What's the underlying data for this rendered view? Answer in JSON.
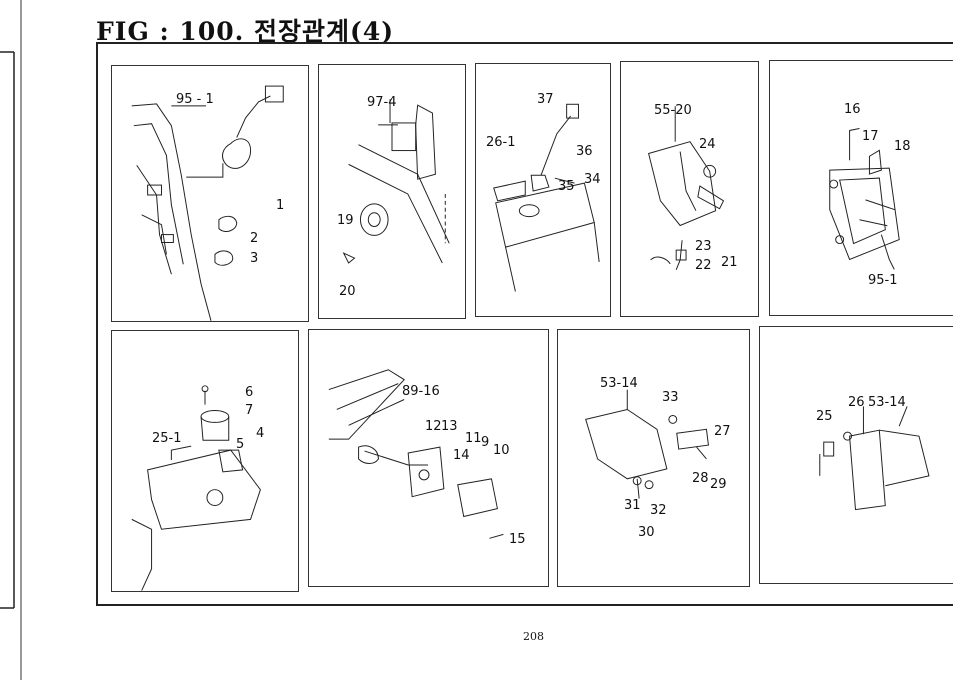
{
  "document": {
    "title": "FIG : 100. 전장관계(4)",
    "page_number": "208"
  },
  "panels": [
    {
      "id": "p1",
      "labels": [
        "95 - 1",
        "1",
        "2",
        "3"
      ]
    },
    {
      "id": "p2",
      "labels": [
        "97-4",
        "19",
        "20"
      ]
    },
    {
      "id": "p3",
      "labels": [
        "37",
        "26-1",
        "36",
        "34",
        "35"
      ]
    },
    {
      "id": "p4",
      "labels": [
        "55-20",
        "24",
        "23",
        "22",
        "21"
      ]
    },
    {
      "id": "p5",
      "labels": [
        "16",
        "17",
        "18",
        "95-1"
      ]
    },
    {
      "id": "p6",
      "labels": [
        "6",
        "7",
        "4",
        "25-1",
        "5"
      ]
    },
    {
      "id": "p7",
      "labels": [
        "89-16",
        "12",
        "13",
        "11",
        "9",
        "10",
        "14",
        "15"
      ]
    },
    {
      "id": "p8",
      "labels": [
        "53-14",
        "33",
        "27",
        "28",
        "29",
        "31",
        "32",
        "30"
      ]
    },
    {
      "id": "p9",
      "labels": [
        "25",
        "26",
        "53-14"
      ]
    }
  ]
}
